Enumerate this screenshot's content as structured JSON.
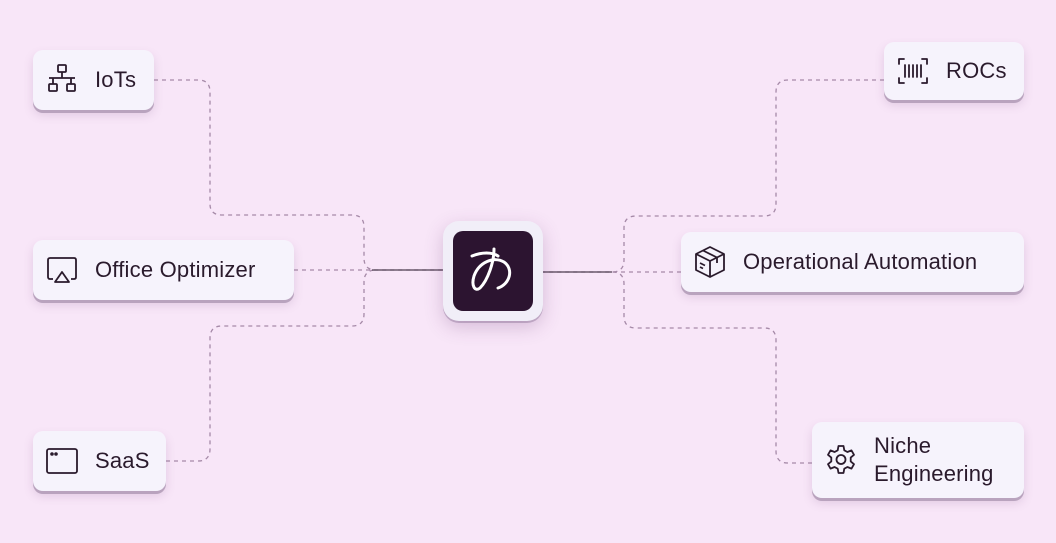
{
  "nodes": {
    "iots": {
      "label": "IoTs",
      "icon": "network-icon"
    },
    "office_optimizer": {
      "label": "Office Optimizer",
      "icon": "airplay-icon"
    },
    "saas": {
      "label": "SaaS",
      "icon": "browser-window-icon"
    },
    "rocs": {
      "label": "ROCs",
      "icon": "barcode-scan-icon"
    },
    "operational_automation": {
      "label": "Operational Automation",
      "icon": "package-box-icon"
    },
    "niche_engineering": {
      "label": "Niche\nEngineering",
      "icon": "gear-icon"
    }
  },
  "hub": {
    "icon": "brand-logo-icon"
  },
  "colors": {
    "background": "#f8e6f8",
    "node_fill": "#f6f3fc",
    "hub_dark": "#2c1430",
    "connector": "#a68aa8"
  }
}
